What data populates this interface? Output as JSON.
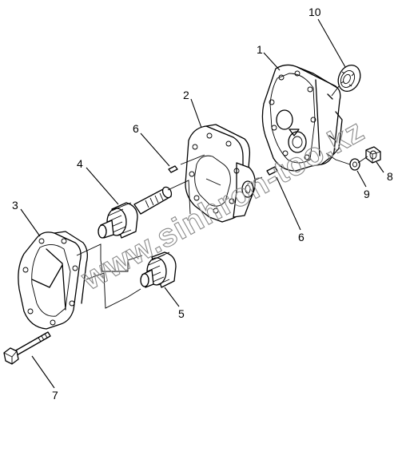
{
  "diagram": {
    "watermark": "www.sinhron-too.kz",
    "callouts": [
      {
        "id": "1",
        "text": "1"
      },
      {
        "id": "2",
        "text": "2"
      },
      {
        "id": "3",
        "text": "3"
      },
      {
        "id": "4",
        "text": "4"
      },
      {
        "id": "5",
        "text": "5"
      },
      {
        "id": "6a",
        "text": "6"
      },
      {
        "id": "6b",
        "text": "6"
      },
      {
        "id": "7",
        "text": "7"
      },
      {
        "id": "8",
        "text": "8"
      },
      {
        "id": "9",
        "text": "9"
      },
      {
        "id": "10",
        "text": "10"
      }
    ]
  }
}
